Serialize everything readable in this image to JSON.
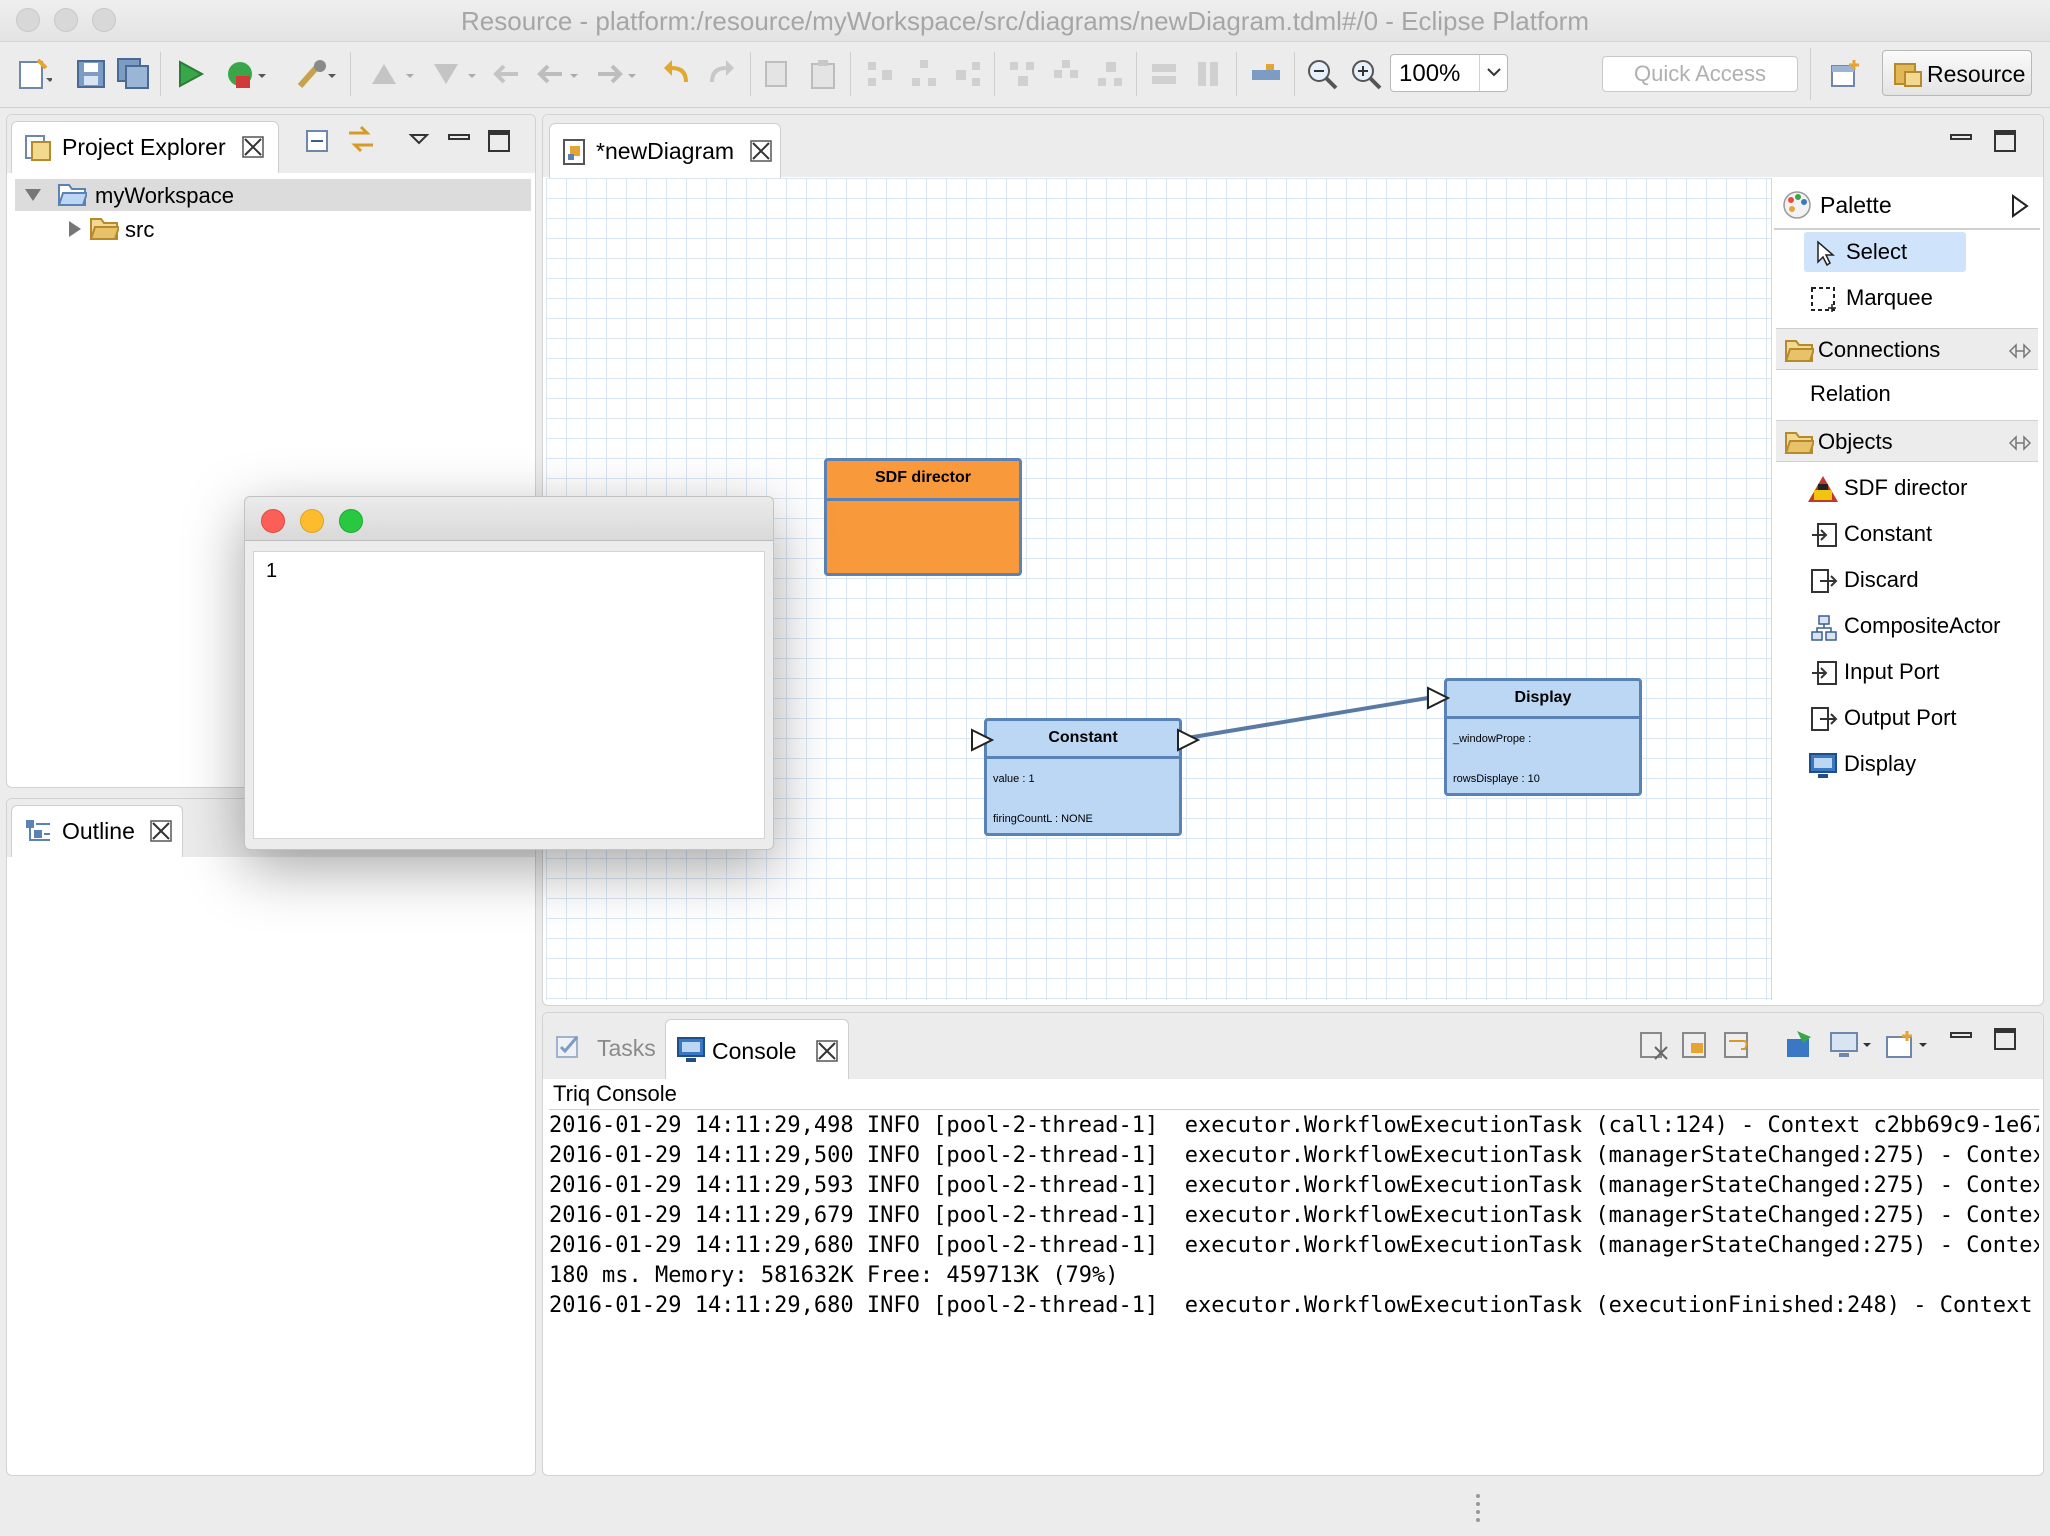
{
  "window": {
    "title": "Resource - platform:/resource/myWorkspace/src/diagrams/newDiagram.tdml#/0 - Eclipse Platform"
  },
  "toolbar": {
    "zoom_value": "100%",
    "quick_access_placeholder": "Quick Access",
    "perspective_label": "Resource"
  },
  "project_explorer": {
    "tab_label": "Project Explorer",
    "tree": [
      {
        "label": "myWorkspace",
        "expanded": true,
        "selected": true
      },
      {
        "label": "src",
        "expanded": false
      }
    ]
  },
  "outline": {
    "tab_label": "Outline"
  },
  "editor": {
    "tab_label": "*newDiagram",
    "nodes": {
      "sdf": {
        "title": "SDF director",
        "color": "#f89a3c"
      },
      "constant": {
        "title": "Constant",
        "props": [
          "value : 1",
          "firingCountL : NONE"
        ]
      },
      "display": {
        "title": "Display",
        "props": [
          "_windowPrope :",
          "rowsDisplaye : 10"
        ]
      }
    }
  },
  "palette": {
    "header": "Palette",
    "tools": [
      "Select",
      "Marquee"
    ],
    "connections_drawer": "Connections",
    "connections": [
      "Relation"
    ],
    "objects_drawer": "Objects",
    "objects": [
      "SDF director",
      "Constant",
      "Discard",
      "CompositeActor",
      "Input Port",
      "Output Port",
      "Display"
    ]
  },
  "bottom_tabs": {
    "tasks_label": "Tasks",
    "console_label": "Console"
  },
  "console": {
    "title": "Triq Console",
    "lines": [
      "2016-01-29 14:11:29,498 INFO [pool-2-thread-1]  executor.WorkflowExecutionTask (call:124) - Context c2bb69c9-1e67",
      "2016-01-29 14:11:29,500 INFO [pool-2-thread-1]  executor.WorkflowExecutionTask (managerStateChanged:275) - Contex",
      "2016-01-29 14:11:29,593 INFO [pool-2-thread-1]  executor.WorkflowExecutionTask (managerStateChanged:275) - Contex",
      "2016-01-29 14:11:29,679 INFO [pool-2-thread-1]  executor.WorkflowExecutionTask (managerStateChanged:275) - Contex",
      "2016-01-29 14:11:29,680 INFO [pool-2-thread-1]  executor.WorkflowExecutionTask (managerStateChanged:275) - Contex",
      "180 ms. Memory: 581632K Free: 459713K (79%)",
      "2016-01-29 14:11:29,680 INFO [pool-2-thread-1]  executor.WorkflowExecutionTask (executionFinished:248) - Context"
    ]
  },
  "display_window": {
    "output": "1"
  },
  "colors": {
    "node_fill": "#bcd7f3",
    "node_border": "#5b82b5",
    "sdf_fill": "#f89a3c",
    "selection": "#cfe3fa"
  }
}
